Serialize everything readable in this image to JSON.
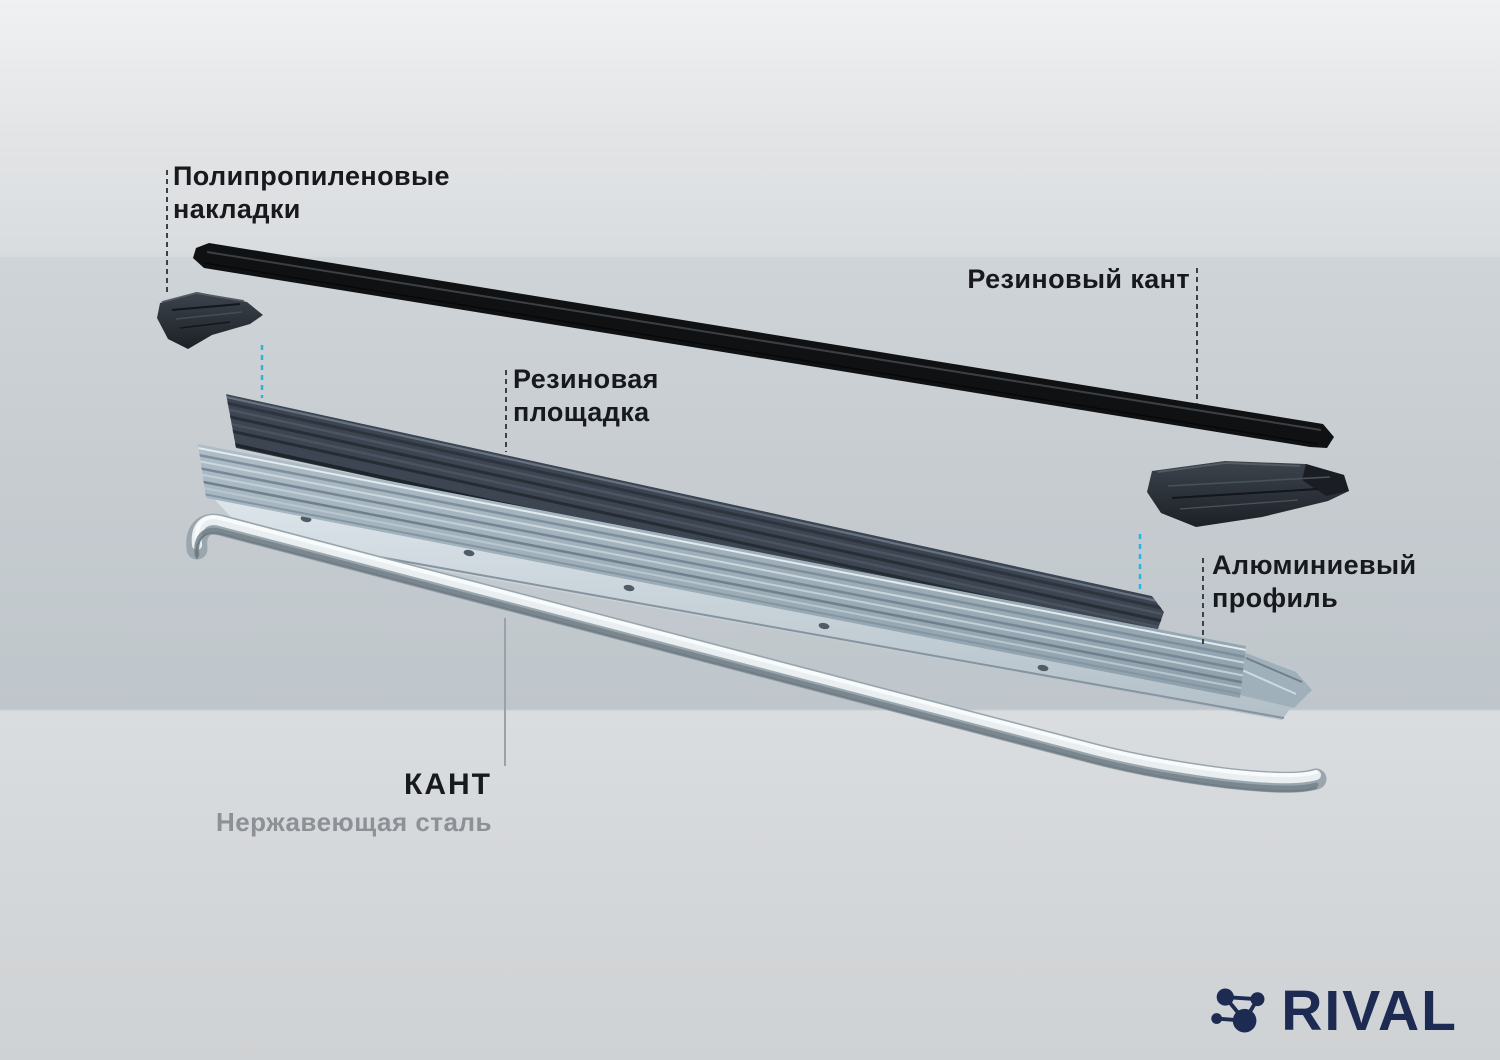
{
  "background": {
    "top": "#eff1f2",
    "band": "#c6ccd0",
    "bottom": "#cfd2d4"
  },
  "labels": {
    "polypropylene_pads": {
      "line1": "Полипропиленовые",
      "line2": "накладки"
    },
    "rubber_edge": {
      "text": "Резиновый кант"
    },
    "rubber_platform": {
      "line1": "Резиновая",
      "line2": "площадка"
    },
    "aluminum_profile": {
      "line1": "Алюминиевый",
      "line2": "профиль"
    },
    "edge_trim": {
      "title": "КАНТ",
      "subtitle": "Нержавеющая сталь"
    }
  },
  "brand": {
    "name": "RIVAL",
    "color": "#1d2b52"
  },
  "diagram": {
    "parts": [
      {
        "id": "rubber-edge-strip",
        "color": "#101214"
      },
      {
        "id": "polypropylene-pad-left",
        "color": "#272c33"
      },
      {
        "id": "polypropylene-pad-right",
        "color": "#272c33"
      },
      {
        "id": "rubber-platform",
        "color": "#3c4551"
      },
      {
        "id": "aluminum-profile",
        "color": "#a6b5c0"
      },
      {
        "id": "stainless-steel-edge",
        "color": "#9aa6ae"
      }
    ],
    "leader_color": "#3c4147",
    "accent_leader_color": "#29b6da"
  }
}
